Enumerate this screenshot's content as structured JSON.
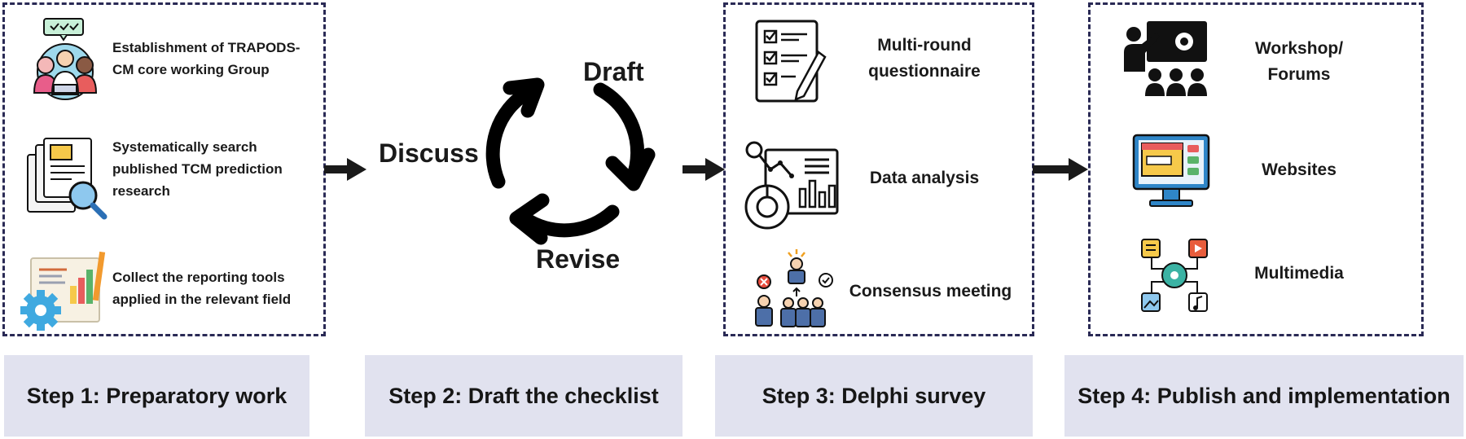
{
  "step1": {
    "items": [
      {
        "text": "Establishment of TRAPODS-CM core working Group",
        "icon": "team-meeting-icon"
      },
      {
        "text": "Systematically search published TCM prediction research",
        "icon": "document-search-icon"
      },
      {
        "text": "Collect the reporting tools applied in the relevant field",
        "icon": "report-tools-gear-icon"
      }
    ],
    "label": "Step 1: Preparatory work"
  },
  "step2": {
    "cycle": {
      "draft": "Draft",
      "discuss": "Discuss",
      "revise": "Revise"
    },
    "label": "Step 2: Draft the checklist"
  },
  "step3": {
    "items": [
      {
        "text": "Multi-round questionnaire",
        "icon": "checklist-questionnaire-icon"
      },
      {
        "text": "Data analysis",
        "icon": "data-analysis-icon"
      },
      {
        "text": "Consensus meeting",
        "icon": "consensus-meeting-icon"
      }
    ],
    "label": "Step 3: Delphi survey"
  },
  "step4": {
    "items": [
      {
        "text": "Workshop/ Forums",
        "icon": "workshop-presentation-icon"
      },
      {
        "text": "Websites",
        "icon": "website-monitor-icon"
      },
      {
        "text": "Multimedia",
        "icon": "multimedia-network-icon"
      }
    ],
    "label": "Step 4: Publish and implementation"
  },
  "colors": {
    "dashed_border": "#2a2a55",
    "label_background": "#e1e2ef",
    "arrow": "#1a1a1a",
    "cycle": "#000000"
  }
}
